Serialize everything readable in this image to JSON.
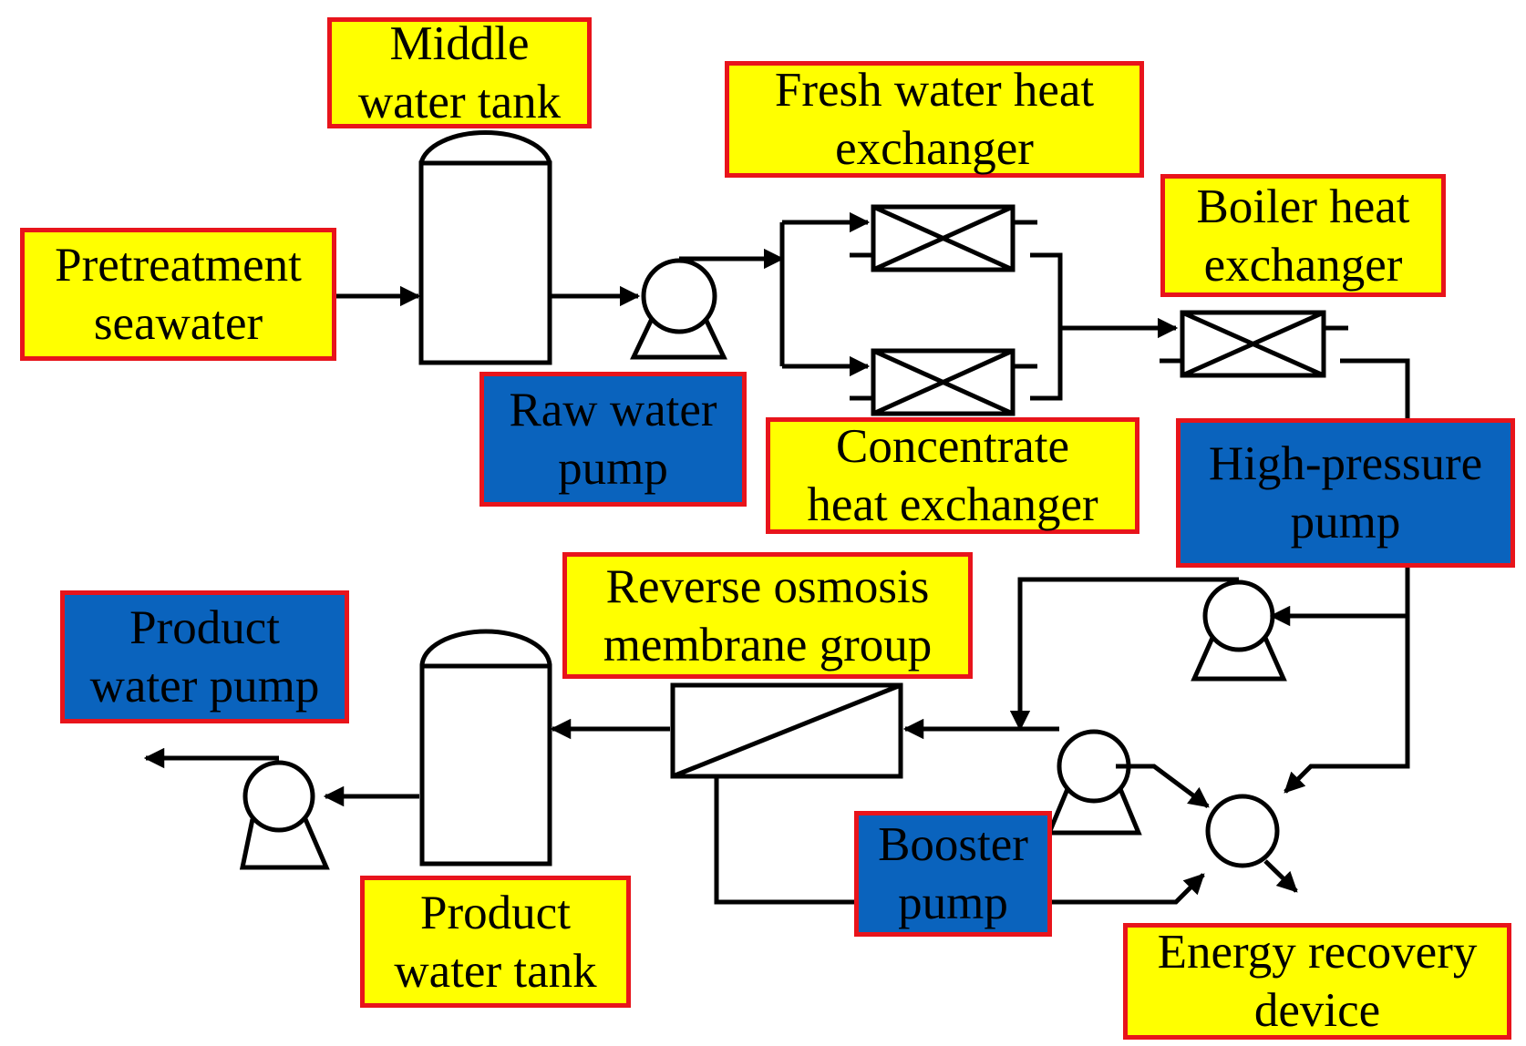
{
  "colors": {
    "equipment_label_bg": "#ffff00",
    "pump_label_bg": "#0a63bd",
    "label_border": "#e8141b",
    "line": "#000000"
  },
  "labels": {
    "pretreatment": "Pretreatment\nseawater",
    "middle_tank": "Middle\nwater tank",
    "fresh_hx": "Fresh water heat\nexchanger",
    "boiler_hx": "Boiler heat\nexchanger",
    "raw_pump": "Raw water\npump",
    "concentrate_hx": "Concentrate\nheat exchanger",
    "hp_pump": "High-pressure\npump",
    "ro_group": "Reverse osmosis\nmembrane group",
    "product_pump": "Product\nwater pump",
    "booster_pump": "Booster\npump",
    "product_tank": "Product\nwater tank",
    "erd": "Energy recovery\ndevice"
  }
}
